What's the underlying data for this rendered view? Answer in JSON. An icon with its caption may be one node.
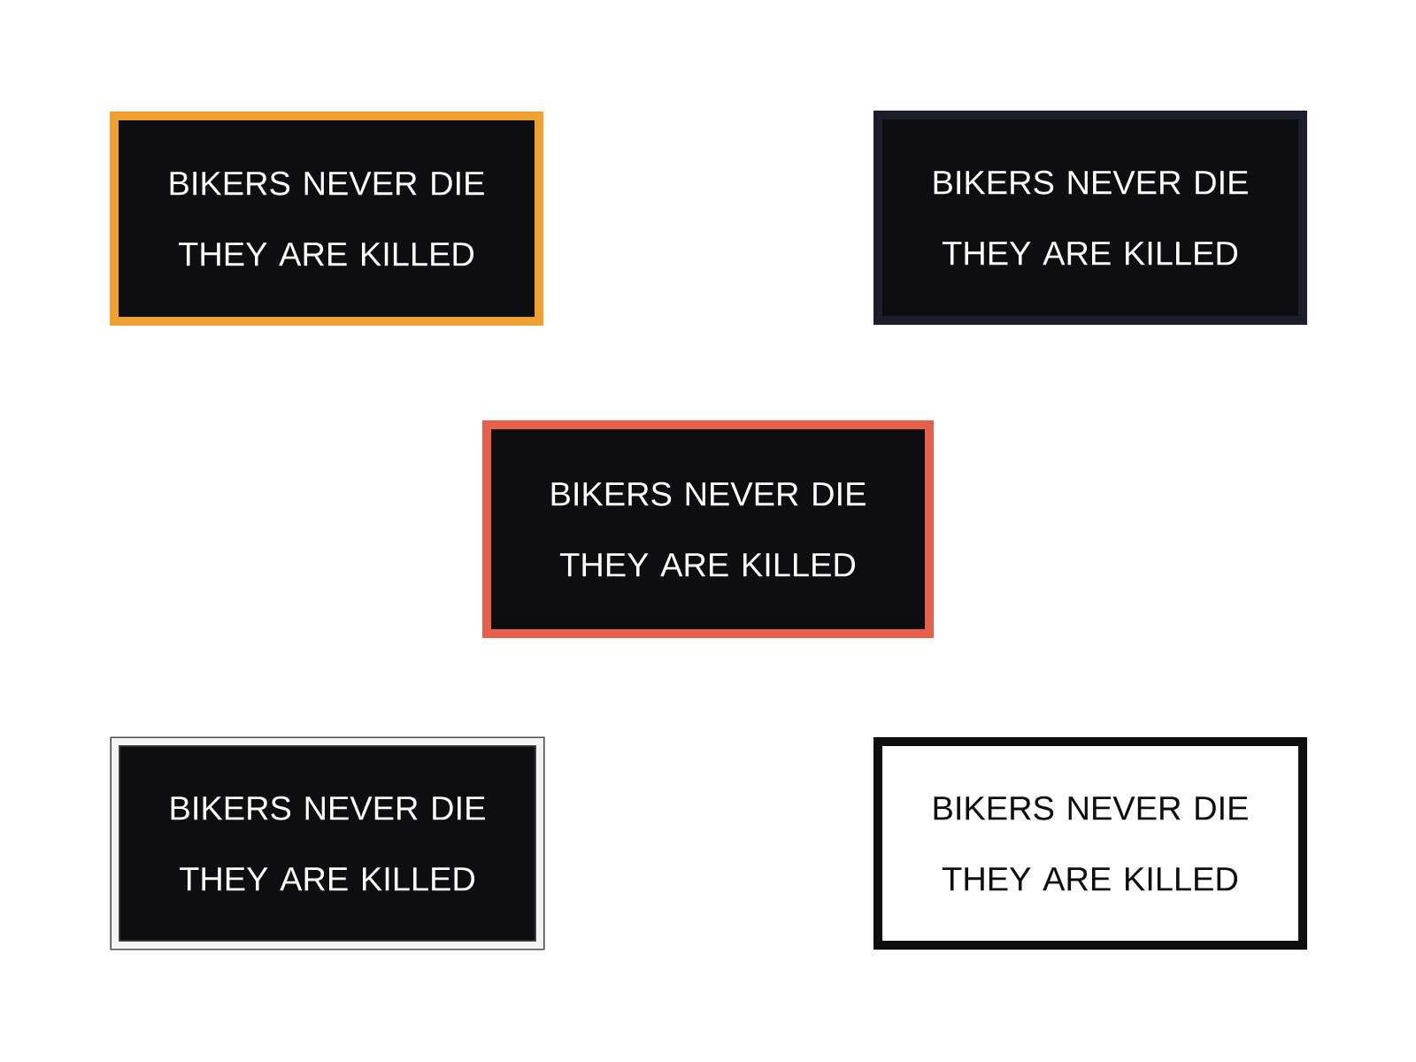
{
  "diagram": {
    "nodes": [
      {
        "text": [
          "BIKERS NEVER DIE THEY ARE KILLED"
        ]
      },
      {
        "text": [
          "BIKERS NEVER DIE THEY ARE KILLED"
        ]
      },
      {
        "text": [
          "BIKERS NEVER DIE THEY ARE KILLED"
        ]
      },
      {
        "text": [
          "BIKERS NEVER DIE THEY ARE KILLED"
        ]
      },
      {
        "text": [
          "BIKERS NEVER DIE THEY ARE KILLED"
        ]
      }
    ]
  }
}
